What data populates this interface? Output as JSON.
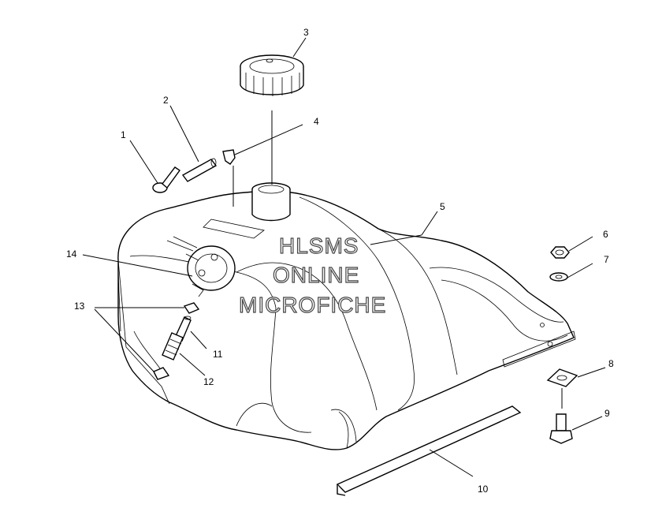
{
  "callouts": [
    "1",
    "2",
    "3",
    "4",
    "5",
    "6",
    "7",
    "8",
    "9",
    "10",
    "11",
    "12",
    "13",
    "14"
  ],
  "watermark": {
    "line1": "HLSMS",
    "line2": "ONLINE",
    "line3": "MICROFICHE"
  }
}
